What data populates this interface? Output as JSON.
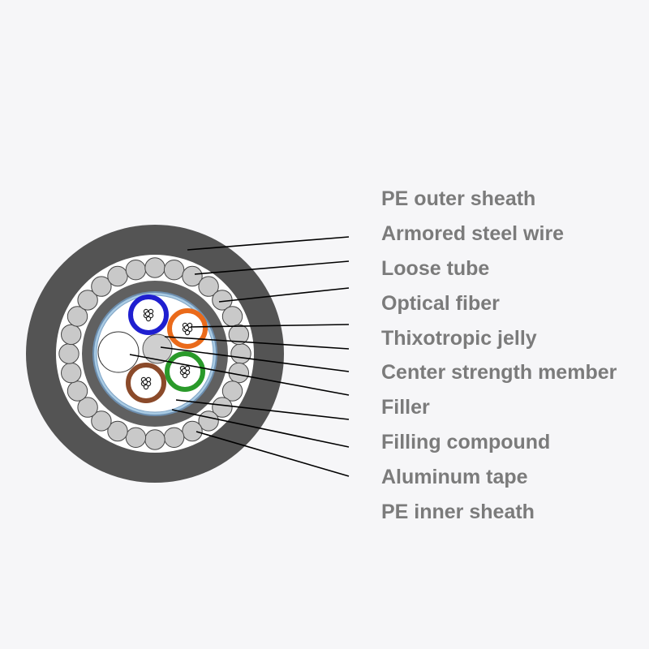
{
  "colors": {
    "background": "#f6f6f8",
    "outer_sheath": "#545454",
    "armor_zone": "#ffffff",
    "steel_wire": "#c9c9c9",
    "inner_sheath": "#606060",
    "aluminum_tape": "#a9cbe4",
    "core": "#ffffff",
    "tube_blue": "#1f1fd0",
    "tube_orange": "#ea6a1a",
    "tube_green": "#2a9a2a",
    "tube_brown": "#8b4a2a",
    "filler": "#cfcfcf",
    "leader_line": "#000000",
    "label_text": "#7b7b7b"
  },
  "labels": [
    "PE outer sheath",
    "Armored steel wire",
    "Loose tube",
    "Optical fiber",
    "Thixotropic jelly",
    "Center strength member",
    "Filler",
    "Filling compound",
    "Aluminum tape",
    "PE inner sheath"
  ]
}
